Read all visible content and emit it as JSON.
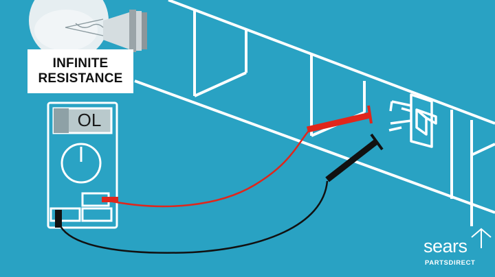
{
  "label": {
    "line1": "INFINITE",
    "line2": "RESISTANCE"
  },
  "multimeter": {
    "display_value": "OL"
  },
  "brand": {
    "name": "sears",
    "sub": "PARTSDIRECT"
  },
  "colors": {
    "background": "#29a2c3",
    "line_art": "#ffffff",
    "red_lead": "#e0261b",
    "black_lead": "#111111",
    "meter_display": "#b9c9cc"
  },
  "icons": [
    "light-bulb-icon",
    "house-roof-icon",
    "dial-icon"
  ]
}
